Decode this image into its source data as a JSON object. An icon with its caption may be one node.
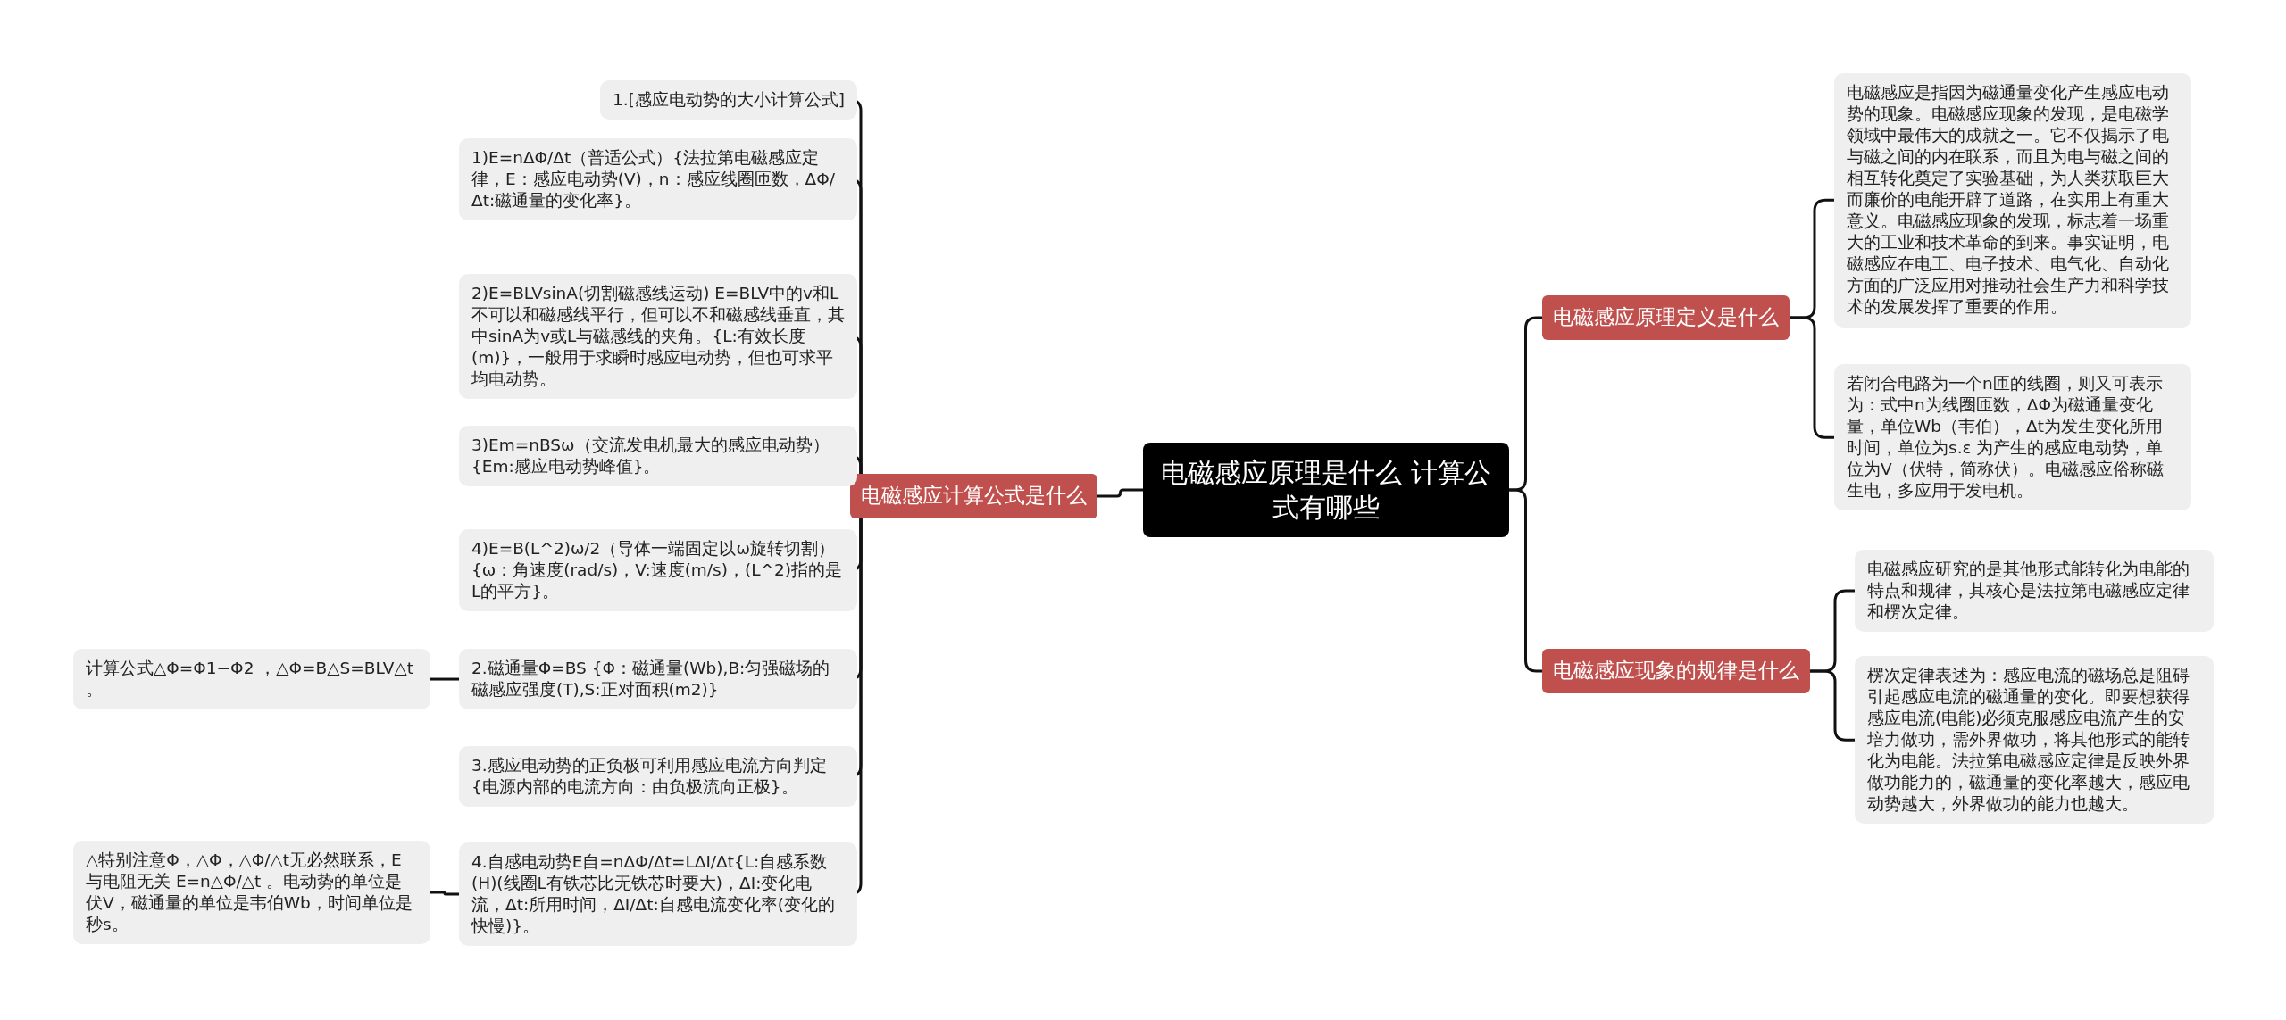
{
  "diagram": {
    "nodes": [
      {
        "text": [
          "电磁感应原理是什么 计算公式有哪些"
        ]
      },
      {
        "text": [
          "电磁感应计算公式是什么"
        ]
      },
      {
        "text": [
          "1.[感应电动势的大小计算公式]"
        ]
      },
      {
        "text": [
          "1)E=nΔΦ/Δt（普适公式）{法拉第电磁感应定律，E：感应电动势(V)，n：感应线圈匝数，ΔΦ/Δt:磁通量的变化率}。"
        ]
      },
      {
        "text": [
          "2)E=BLVsinA(切割磁感线运动) E=BLV中的v和L不可以和磁感线平行，但可以不和磁感线垂直，其中sinA为v或L与磁感线的夹角。{L:有效长度(m)}，一般用于求瞬时感应电动势，但也可求平均电动势。"
        ]
      },
      {
        "text": [
          "3)Em=nBSω（交流发电机最大的感应电动势）{Em:感应电动势峰值}。"
        ]
      },
      {
        "text": [
          "4)E=B(L^2)ω/2（导体一端固定以ω旋转切割）{ω：角速度(rad/s)，V:速度(m/s)，(L^2)指的是L的平方}。"
        ]
      },
      {
        "text": [
          "2.磁通量Φ=BS {Φ：磁通量(Wb),B:匀强磁场的磁感应强度(T),S:正对面积(m2)}"
        ]
      },
      {
        "text": [
          "3.感应电动势的正负极可利用感应电流方向判定{电源内部的电流方向：由负极流向正极}。"
        ]
      },
      {
        "text": [
          "4.自感电动势E自=nΔΦ/Δt=LΔI/Δt{L:自感系数(H)(线圈L有铁芯比无铁芯时要大)，ΔI:变化电流，Δt:所用时间，ΔI/Δt:自感电流变化率(变化的快慢)}。"
        ]
      },
      {
        "text": [
          "计算公式△Φ=Φ1−Φ2 ，△Φ=B△S=BLV△t 。"
        ]
      },
      {
        "text": [
          "△特别注意Φ，△Φ，△Φ/△t无必然联系，E与电阻无关 E=n△Φ/△t 。电动势的单位是伏V，磁通量的单位是韦伯Wb，时间单位是秒s。"
        ]
      },
      {
        "text": [
          "电磁感应原理定义是什么"
        ]
      },
      {
        "text": [
          "电磁感应是指因为磁通量变化产生感应电动势的现象。电磁感应现象的发现，是电磁学领域中最伟大的成就之一。它不仅揭示了电与磁之间的内在联系，而且为电与磁之间的相互转化奠定了实验基础，为人类获取巨大而廉价的电能开辟了道路，在实用上有重大意义。电磁感应现象的发现，标志着一场重大的工业和技术革命的到来。事实证明，电磁感应在电工、电子技术、电气化、自动化方面的广泛应用对推动社会生产力和科学技术的发展发挥了重要的作用。"
        ]
      },
      {
        "text": [
          "若闭合电路为一个n匝的线圈，则又可表示为：式中n为线圈匝数，ΔΦ为磁通量变化量，单位Wb（韦伯），Δt为发生变化所用时间，单位为s.ε 为产生的感应电动势，单位为V（伏特，简称伏）。电磁感应俗称磁生电，多应用于发电机。"
        ]
      },
      {
        "text": [
          "电磁感应现象的规律是什么"
        ]
      },
      {
        "text": [
          "电磁感应研究的是其他形式能转化为电能的特点和规律，其核心是法拉第电磁感应定律和楞次定律。"
        ]
      },
      {
        "text": [
          "楞次定律表述为：感应电流的磁场总是阻碍引起感应电流的磁通量的变化。即要想获得感应电流(电能)必须克服感应电流产生的安培力做功，需外界做功，将其他形式的能转化为电能。法拉第电磁感应定律是反映外界做功能力的，磁通量的变化率越大，感应电动势越大，外界做功的能力也越大。"
        ]
      }
    ],
    "edges": [
      {
        "from": 0,
        "to": 1,
        "arrow": "none"
      },
      {
        "from": 1,
        "to": 2,
        "arrow": "none"
      },
      {
        "from": 1,
        "to": 3,
        "arrow": "none"
      },
      {
        "from": 1,
        "to": 4,
        "arrow": "none"
      },
      {
        "from": 1,
        "to": 5,
        "arrow": "none"
      },
      {
        "from": 1,
        "to": 6,
        "arrow": "none"
      },
      {
        "from": 1,
        "to": 7,
        "arrow": "none"
      },
      {
        "from": 1,
        "to": 8,
        "arrow": "none"
      },
      {
        "from": 1,
        "to": 9,
        "arrow": "none"
      },
      {
        "from": 7,
        "to": 10,
        "arrow": "none"
      },
      {
        "from": 9,
        "to": 11,
        "arrow": "none"
      },
      {
        "from": 0,
        "to": 12,
        "arrow": "none"
      },
      {
        "from": 12,
        "to": 13,
        "arrow": "none"
      },
      {
        "from": 12,
        "to": 14,
        "arrow": "none"
      },
      {
        "from": 0,
        "to": 15,
        "arrow": "none"
      },
      {
        "from": 15,
        "to": 16,
        "arrow": "none"
      },
      {
        "from": 15,
        "to": 17,
        "arrow": "none"
      }
    ]
  }
}
